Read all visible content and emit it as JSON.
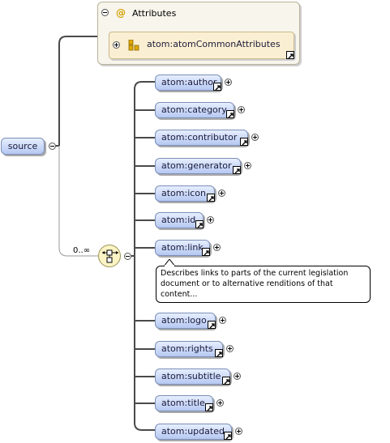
{
  "root": {
    "label": "source"
  },
  "attributes": {
    "title": "Attributes",
    "icon": "at-sign-icon",
    "group": {
      "label": "atom:atomCommonAttributes",
      "icon": "attribute-group-icon"
    }
  },
  "sequence": {
    "cardinality": "0..∞",
    "icon": "sequence-compositor-icon"
  },
  "children": [
    {
      "label": "atom:author"
    },
    {
      "label": "atom:category"
    },
    {
      "label": "atom:contributor"
    },
    {
      "label": "atom:generator"
    },
    {
      "label": "atom:icon"
    },
    {
      "label": "atom:id"
    },
    {
      "label": "atom:link"
    },
    {
      "label": "atom:logo"
    },
    {
      "label": "atom:rights"
    },
    {
      "label": "atom:subtitle"
    },
    {
      "label": "atom:title"
    },
    {
      "label": "atom:updated"
    }
  ],
  "tooltip": {
    "text": "Describes links to parts of the current legislation document or to alternative renditions of that content..."
  },
  "colors": {
    "element_fill_top": "#e6eeff",
    "element_fill_bottom": "#b6c8f2",
    "element_border": "#7c8fb8",
    "connector": "#4a4a4a",
    "attribute_box_fill": "#f7f5ec",
    "attribute_group_fill": "#fbefd3",
    "sequence_fill": "#fbf4c4",
    "at_icon": "#d4a000"
  }
}
